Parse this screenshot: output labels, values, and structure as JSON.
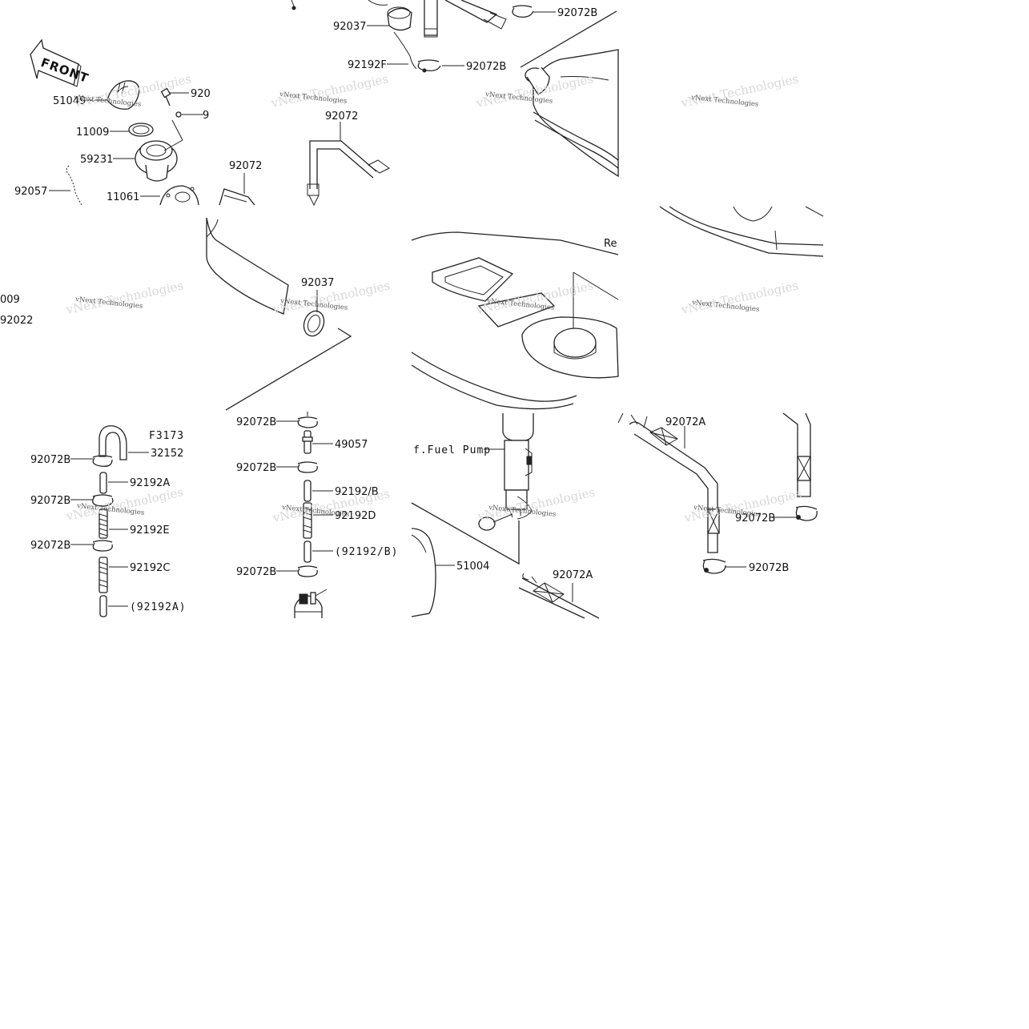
{
  "diagram": {
    "front_label": "FRONT",
    "watermark": "vNext Technologies",
    "note_code": "F3173",
    "fuel_pump_ref": "f.Fuel Pump",
    "ref_partial": "Re",
    "parts": {
      "p92072B_top": "92072B",
      "p92037_top": "92037",
      "p92192F": "92192F",
      "p92072B_top2": "92072B",
      "p51049": "51049",
      "p920_partial": "920",
      "p9_partial": "9",
      "p11009": "11009",
      "p59231": "59231",
      "p92057": "92057",
      "p11061": "11061",
      "p92072_a": "92072",
      "p92072_b": "92072",
      "p009_partial": "009",
      "p92022_partial": "92022",
      "p92037_mid": "92037",
      "p32152": "32152",
      "p92072B_l1": "92072B",
      "p92192A": "92192A",
      "p92072B_l2": "92072B",
      "p92192E": "92192E",
      "p92072B_l3": "92072B",
      "p92192C": "92192C",
      "p92192A_paren": "(92192A)",
      "p92072B_c1": "92072B",
      "p49057": "49057",
      "p92072B_c2": "92072B",
      "p92192_B": "92192/B",
      "p92192D": "92192D",
      "p92192_B_paren": "(92192/B)",
      "p92072B_c3": "92072B",
      "p51004": "51004",
      "p92072A_low": "92072A",
      "p92072A_right": "92072A",
      "p92072B_r1": "92072B",
      "p92072B_r2": "92072B"
    }
  }
}
